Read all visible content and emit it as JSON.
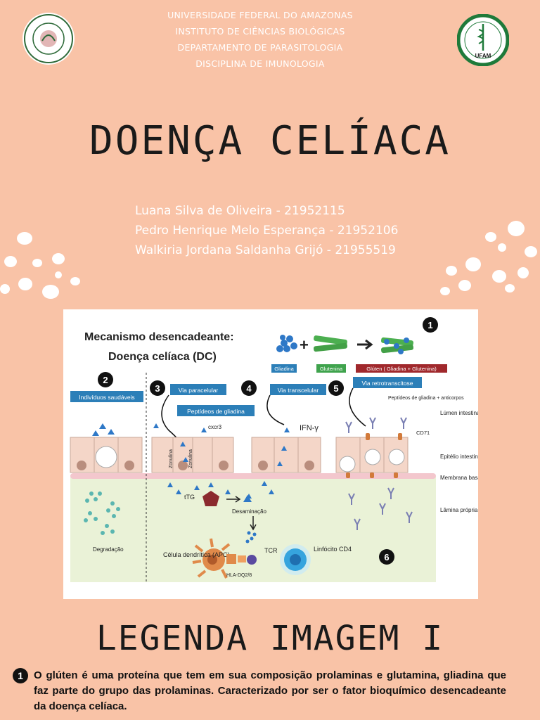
{
  "header": {
    "lines": [
      "UNIVERSIDADE FEDERAL DO AMAZONAS",
      "INSTITUTO DE CIÊNCIAS BIOLÓGICAS",
      "DEPARTAMENTO DE PARASITOLOGIA",
      "DISCIPLINA DE IMUNOLOGIA"
    ],
    "right_logo_text": "UFAM"
  },
  "title": "DOENÇA CELÍACA",
  "authors": [
    "Luana Silva de Oliveira - 21952115",
    "Pedro Henrique Melo Esperança - 21952106",
    "Walkiria Jordana Saldanha Grijó - 21955519"
  ],
  "figure": {
    "title_line1": "Mecanismo desencadeante:",
    "title_line2": "Doença celíaca (DC)",
    "tags": {
      "gliadina": "Gliadina",
      "glutenina": "Glutenina",
      "gluten": "Glúten ( Gliadina + Glutenina)"
    },
    "boxes": {
      "saudaveis": "Indivíduos saudáveis",
      "paracelular": "Via paracelular",
      "peptideos": "Peptídeos de gliadina",
      "transcelular": "Via transcelular",
      "retrotranscitose": "Via retrotranscitose"
    },
    "labels": {
      "cxcr3": "cxcr3",
      "ifn": "IFN-γ",
      "pep_anticorpos": "Peptídeos de gliadina + anticorpos",
      "cd71": "CD71",
      "lumen": "Lúmen intestinal",
      "epitelio": "Epitélio intestinal",
      "membrana": "Membrana basal",
      "lamina": "Lâmina própria",
      "zonulina": "Zonulina",
      "ttg": "tTG",
      "desaminacao": "Desaminação",
      "degradacao": "Degradação",
      "celula": "Célula dendrítica (APC)",
      "hla": "HLA-DQ2/8",
      "tcr": "TCR",
      "linfocito": "Linfócito CD4"
    },
    "numbers": [
      "1",
      "2",
      "3",
      "4",
      "5",
      "6"
    ],
    "colors": {
      "blue_box": "#2c7fb8",
      "green_tag": "#3fa34d",
      "red_tag": "#a0282c",
      "lamina_bg": "#eaf2d7",
      "cell": "#f4d6c8"
    }
  },
  "legend": {
    "title": "LEGENDA IMAGEM I",
    "item_number": "1",
    "text": "O glúten é uma proteína que tem em sua composição prolaminas e glutamina, gliadina que faz parte do grupo das prolaminas. Caracterizado por ser o fator bioquímico desencadeante da doença celíaca."
  }
}
